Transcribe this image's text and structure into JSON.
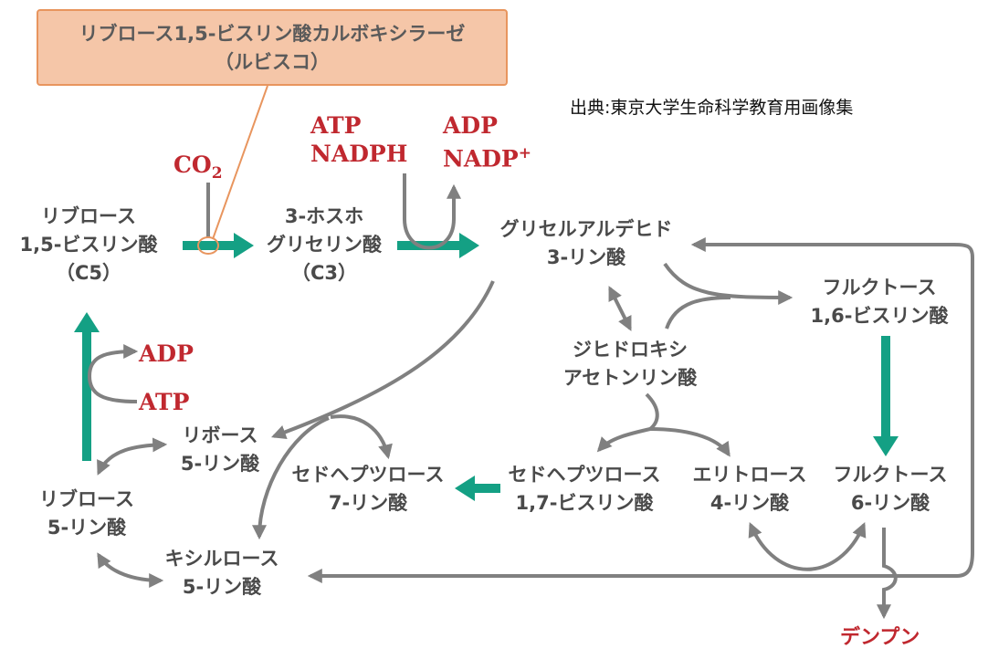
{
  "enzyme": {
    "line1": "リブロース1,5-ビスリン酸カルボキシラーゼ",
    "line2": "（ルビスコ）"
  },
  "source": "出典:東京大学生命科学教育用画像集",
  "molecules": {
    "co2": "CO",
    "co2_sub": "2",
    "atp_top": "ATP",
    "nadph": "NADPH",
    "adp_top": "ADP",
    "nadp": "NADP",
    "nadp_sup": "+",
    "adp_left": "ADP",
    "atp_left": "ATP",
    "starch": "デンプン"
  },
  "compounds": {
    "rubp": [
      "リブロース",
      "1,5-ビスリン酸",
      "（C5）"
    ],
    "pga": [
      "3-ホスホ",
      "グリセリン酸",
      "（C3）"
    ],
    "gap": [
      "グリセルアルデヒド",
      "3-リン酸"
    ],
    "fbp": [
      "フルクトース",
      "1,6-ビスリン酸"
    ],
    "dhap": [
      "ジヒドロキシ",
      "アセトンリン酸"
    ],
    "f6p": [
      "フルクトース",
      "6-リン酸"
    ],
    "e4p": [
      "エリトロース",
      "4-リン酸"
    ],
    "sbp": [
      "セドヘプツロース",
      "1,7-ビスリン酸"
    ],
    "s7p": [
      "セドヘプツロース",
      "7-リン酸"
    ],
    "r5p": [
      "リボース",
      "5-リン酸"
    ],
    "ru5p": [
      "リブロース",
      "5-リン酸"
    ],
    "xu5p": [
      "キシルロース",
      "5-リン酸"
    ]
  },
  "colors": {
    "gray_arrow": "#808080",
    "teal_arrow": "#14a084",
    "red_label": "#c0282f",
    "enzyme_fill": "#f5c6a8",
    "enzyme_border": "#e8955e"
  }
}
